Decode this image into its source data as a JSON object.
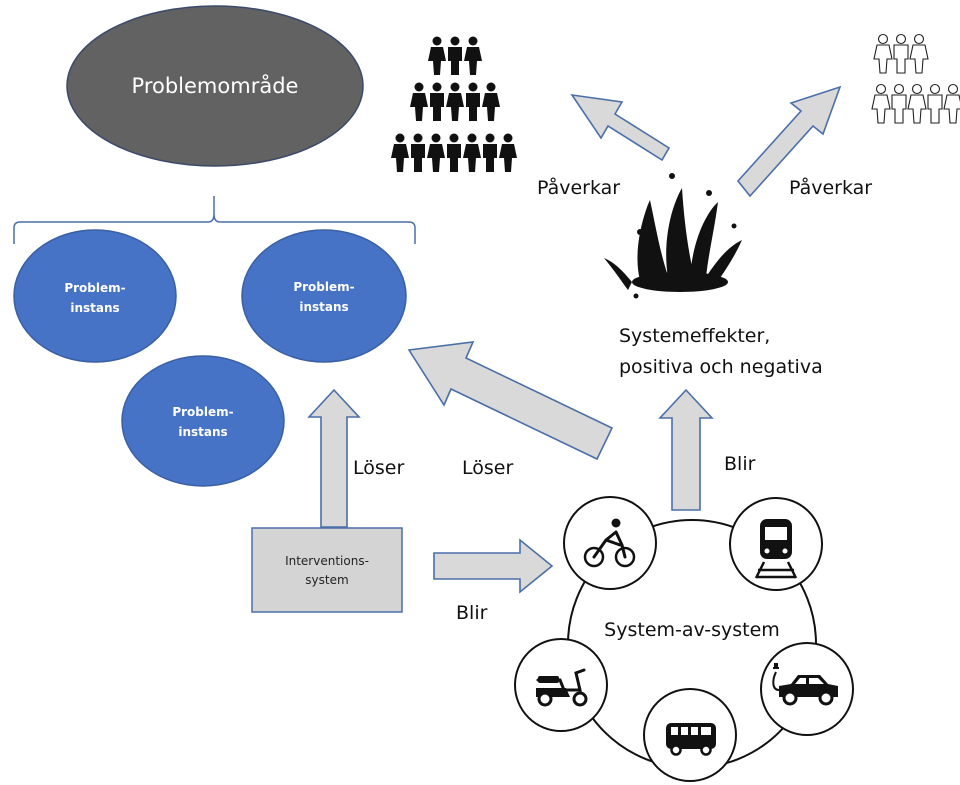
{
  "problem_area": {
    "label": "Problemområde",
    "color": "#636262"
  },
  "problem_instances": [
    {
      "line1": "Problem-",
      "line2": "instans"
    },
    {
      "line1": "Problem-",
      "line2": "instans"
    },
    {
      "line1": "Problem-",
      "line2": "instans"
    }
  ],
  "instance_color": "#4673c6",
  "intervention": {
    "line1": "Interventions-",
    "line2": "system"
  },
  "system_of_systems": {
    "label": "System-av-system",
    "icons": [
      "bicycle-icon",
      "train-icon",
      "electric-car-icon",
      "bus-icon",
      "scooter-icon"
    ]
  },
  "system_effects": {
    "line1": "Systemeffekter,",
    "line2": "positiva och negativa"
  },
  "arrow_labels": {
    "loser_left": "Löser",
    "loser_right": "Löser",
    "blir_bottom": "Blir",
    "blir_up": "Blir",
    "paverkar_left": "Påverkar",
    "paverkar_right": "Påverkar"
  },
  "colors": {
    "arrow_fill": "#d9d9d9",
    "arrow_stroke": "#4a6fa8",
    "bracket": "#4a6fa8"
  }
}
